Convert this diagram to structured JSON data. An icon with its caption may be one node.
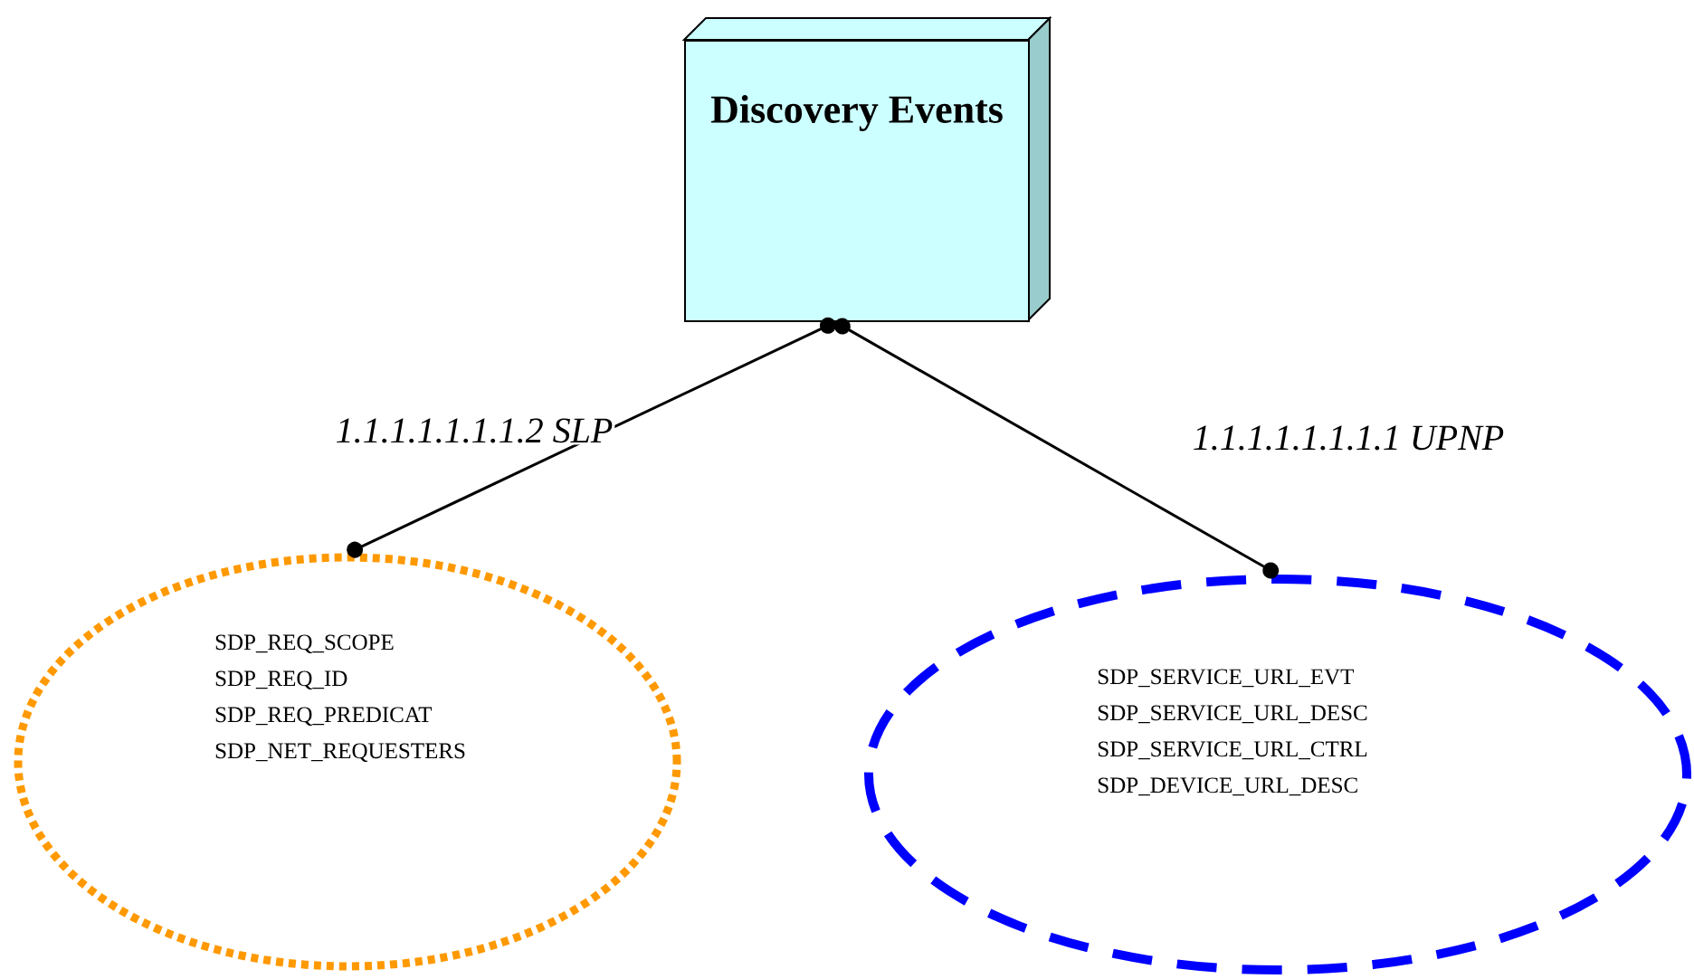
{
  "diagram": {
    "nodes": [
      {
        "text": [
          "Discovery Events"
        ]
      },
      {
        "text": [
          "SDP_REQ_SCOPE",
          "SDP_REQ_ID",
          "SDP_REQ_PREDICAT",
          "SDP_NET_REQUESTERS"
        ]
      },
      {
        "text": [
          "SDP_SERVICE_URL_EVT",
          "SDP_SERVICE_URL_DESC",
          "SDP_SERVICE_URL_CTRL",
          "SDP_DEVICE_URL_DESC"
        ]
      }
    ],
    "edges": [
      {
        "from": 0,
        "to": 1,
        "arrow": "other",
        "label": "1.1.1.1.1.1.1.2 SLP"
      },
      {
        "from": 0,
        "to": 2,
        "arrow": "other",
        "label": "1.1.1.1.1.1.1.1 UPNP"
      }
    ]
  }
}
